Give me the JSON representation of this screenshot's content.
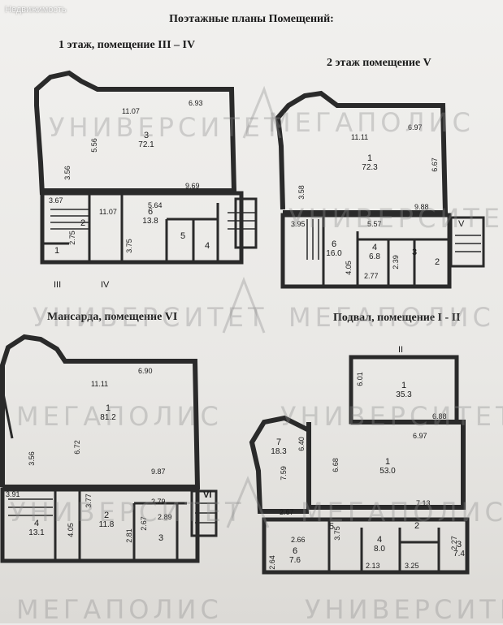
{
  "watermark_top": "Недвижимость",
  "title": "Поэтажные планы Помещений:",
  "sections": {
    "floor1": "1 этаж, помещение III – IV",
    "floor2": "2 этаж помещение V",
    "attic": "Мансарда, помещение VI",
    "basement": "Подвал, помещение I - II"
  },
  "watermarks": {
    "univ": "УНИВЕРСИТЕТ",
    "mega": "МЕГАПОЛИС"
  },
  "floor1": {
    "dims": [
      "11.07",
      "6.93",
      "5.56",
      "3.56",
      "9.69",
      "3.67",
      "5.64",
      "2.75",
      "11.07",
      "3.75"
    ],
    "rooms": [
      {
        "num": "3",
        "area": "72.1"
      },
      {
        "num": "6",
        "area": "13.8"
      },
      {
        "num": "2",
        "area": ""
      },
      {
        "num": "5",
        "area": ""
      },
      {
        "num": "4",
        "area": ""
      },
      {
        "num": "1",
        "area": ""
      }
    ],
    "markers": [
      "III",
      "IV"
    ]
  },
  "floor2": {
    "dims": [
      "11.11",
      "6.97",
      "6.67",
      "3.58",
      "9.88",
      "3.95",
      "5.57",
      "4.05",
      "2.77",
      "2.39"
    ],
    "rooms": [
      {
        "num": "1",
        "area": "72.3"
      },
      {
        "num": "6",
        "area": "16.0"
      },
      {
        "num": "4",
        "area": "6.8"
      },
      {
        "num": "3",
        "area": ""
      },
      {
        "num": "2",
        "area": ""
      }
    ],
    "markers": [
      "V"
    ]
  },
  "attic": {
    "dims": [
      "11.11",
      "6.90",
      "3.56",
      "6.72",
      "9.87",
      "3.91",
      "3.77",
      "2.79",
      "4.05",
      "2.81",
      "2.67",
      "2.89"
    ],
    "rooms": [
      {
        "num": "1",
        "area": "81.2"
      },
      {
        "num": "4",
        "area": "13.1"
      },
      {
        "num": "2",
        "area": "11.8"
      },
      {
        "num": "3",
        "area": ""
      }
    ],
    "markers": [
      "VI"
    ]
  },
  "basement": {
    "dims": [
      "6.01",
      "6.88",
      "6.97",
      "6.40",
      "7.59",
      "6.68",
      "7.13",
      "2.67",
      "2.66",
      "3.75",
      "2.64",
      "2.13",
      "3.25",
      "2.27"
    ],
    "rooms": [
      {
        "num": "1",
        "area": "35.3"
      },
      {
        "num": "7",
        "area": "18.3"
      },
      {
        "num": "1",
        "area": "53.0"
      },
      {
        "num": "6",
        "area": "7.6"
      },
      {
        "num": "4",
        "area": "8.0"
      },
      {
        "num": "3",
        "area": "7.4"
      },
      {
        "num": "5",
        "area": ""
      },
      {
        "num": "2",
        "area": ""
      }
    ],
    "markers": [
      "II"
    ]
  },
  "colors": {
    "wall": "#2a2a2a",
    "paper": "#ecebea"
  }
}
